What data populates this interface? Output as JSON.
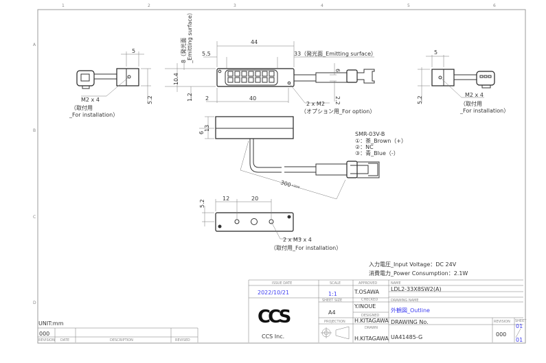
{
  "grid": {
    "columns": [
      "1",
      "2",
      "3",
      "4",
      "5",
      "6"
    ],
    "rows": [
      "A",
      "B",
      "C",
      "D"
    ]
  },
  "top_view": {
    "dim_44": "44",
    "dim_5_5": "5.5",
    "dim_33": "33（発光面_Emitting surface）",
    "dim_8_line1": "8（発光面",
    "dim_8_line2": "_Emitting surface）",
    "dim_10_4": "10.4",
    "dim_1_2": "1.2",
    "dim_2": "2",
    "dim_40": "40",
    "dim_6": "6",
    "dim_2_2": "2.2",
    "callout_line1": "2 x M2",
    "callout_line2": "（オプション用_For option）"
  },
  "left_view": {
    "dim_5": "5",
    "dim_5_2": "5.2",
    "callout_line1": "M2 x 4",
    "callout_line2": "（取付用",
    "callout_line3": "_For installation）"
  },
  "right_view": {
    "dim_5": "5",
    "dim_5_2": "5.2",
    "callout_line1": "M2 x 4",
    "callout_line2": "（取付用",
    "callout_line3": "_For installation）"
  },
  "side_view": {
    "dim_13": "13",
    "dim_6": "6",
    "cable_length": "300",
    "cable_tolerance": "+20/0",
    "connector_model": "SMR-03V-B",
    "pin1": "①：茶_Brown（+）",
    "pin2": "②：NC",
    "pin3": "③：青_Blue（-）"
  },
  "bottom_view": {
    "dim_12": "12",
    "dim_20": "20",
    "dim_5_2": "5.2",
    "callout_line1": "2 x M3 x 4",
    "callout_line2": "（取付用_For installation）"
  },
  "specs": {
    "input_voltage": "入力電圧_Input Voltage：DC 24V",
    "power_consumption": "消費電力_Power Consumption：2.1W"
  },
  "title_block": {
    "issue_date_label": "ISSUE DATE",
    "issue_date": "2022/10/21",
    "scale_label": "SCALE",
    "scale": "1:1",
    "sheet_size_label": "SHEET SIZE",
    "sheet_size": "A4",
    "projection_label": "PROJECTION",
    "approved_label": "APPROVED",
    "approved": "T.OSAWA",
    "checked_label": "CHECKED",
    "checked": "Y.INOUE",
    "designed_label": "DESIGNED",
    "designed": "H.KITAGAWA",
    "drawn_label": "DRAWN",
    "drawn": "H.KITAGAWA",
    "name_label": "NAME",
    "name": "LDL2-33X8SW2(A)",
    "drawing_name_label": "DRAWING NAME",
    "drawing_name": "外観図_Outline",
    "drawing_no_label": "DRAWING No.",
    "drawing_no": "UA41485-G",
    "revision_label": "REVISION",
    "revision": "000",
    "sheet_label": "SHEET",
    "sheet_current": "01",
    "sheet_total": "01",
    "logo_text": "CCS",
    "company": "CCS Inc."
  },
  "revision_block": {
    "unit": "UNIT:mm",
    "revision": "000",
    "headers": [
      "REVISION",
      "DATE",
      "DESCRIPTION",
      "REVISED"
    ]
  },
  "colors": {
    "accent": "#3b3bf0",
    "line": "#333333"
  }
}
